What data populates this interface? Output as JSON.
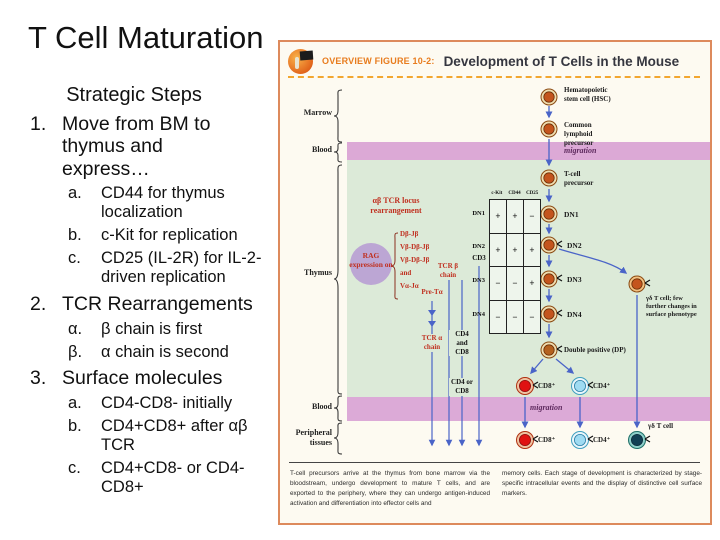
{
  "slide": {
    "title": "T Cell Maturation",
    "subtitle": "Strategic Steps",
    "outline": [
      {
        "marker": "1.",
        "text": "Move from BM to thymus and express…",
        "children": [
          {
            "marker": "a.",
            "text": "CD44 for thymus localization"
          },
          {
            "marker": "b.",
            "text": "c-Kit for replication"
          },
          {
            "marker": "c.",
            "text": "CD25 (IL-2R) for IL-2-driven replication"
          }
        ]
      },
      {
        "marker": "2.",
        "text": "TCR Rearrangements",
        "children": [
          {
            "marker": "α.",
            "text": "β chain is first"
          },
          {
            "marker": "β.",
            "text": "α chain is second"
          }
        ]
      },
      {
        "marker": "3.",
        "text": "Surface molecules",
        "children": [
          {
            "marker": "a.",
            "text": "CD4-CD8- initially"
          },
          {
            "marker": "b.",
            "text": "CD4+CD8+ after αβ TCR"
          },
          {
            "marker": "c.",
            "text": "CD4+CD8- or CD4-CD8+"
          }
        ]
      }
    ]
  },
  "figure": {
    "kicker": "OVERVIEW FIGURE 10-2:",
    "title": "Development of T Cells in the Mouse",
    "zones": {
      "marrow": "Marrow",
      "blood1": "Blood",
      "thymus": "Thymus",
      "blood2": "Blood",
      "peripheral": "Peripheral tissues"
    },
    "nodes": {
      "hsc": "Hematopoietic stem cell (HSC)",
      "clp": "Common lymphoid precursor",
      "migration1": "migration",
      "tcell_precursor": "T-cell precursor",
      "dn1": "DN1",
      "dn2": "DN2",
      "dn3": "DN3",
      "dn4": "DN4",
      "dp": "Double positive (DP)",
      "cd8_mid": "CD8⁺",
      "cd4_mid": "CD4⁺",
      "migration2": "migration",
      "cd8_bottom": "CD8⁺",
      "cd4_bottom": "CD4⁺",
      "gd_tcell": "γδ T cell",
      "gd_note": "γδ T cell; few further changes in surface phenotype"
    },
    "annotations": {
      "locus": "αβ TCR locus rearrangement",
      "rag": "RAG expression on",
      "segments": [
        "Dβ-Jβ",
        "Vβ-Dβ-Jβ",
        "Vβ-Dβ-Jβ",
        "and",
        "Vα-Jα"
      ],
      "tcr_beta": "TCR β chain",
      "cd3": "CD3",
      "pre_ta": "Pre-Tα",
      "tcr_alpha": "TCR α chain",
      "cd4_and_cd8": "CD4 and CD8",
      "cd4_or_cd8": "CD4 or CD8"
    },
    "table": {
      "headers": [
        "c-Kit",
        "CD44",
        "CD25"
      ],
      "rows": [
        {
          "label": "DN1",
          "values": [
            "+",
            "+",
            "−"
          ]
        },
        {
          "label": "DN2",
          "values": [
            "+",
            "+",
            "+"
          ]
        },
        {
          "label": "DN3",
          "values": [
            "−",
            "−",
            "+"
          ]
        },
        {
          "label": "DN4",
          "values": [
            "−",
            "−",
            "−"
          ]
        }
      ]
    },
    "caption_col1": "T-cell precursors arrive at the thymus from bone marrow via the bloodstream, undergo development to mature T cells, and are exported to the periphery, where they can undergo antigen-induced activation and differentiation into effector cells and",
    "caption_col2": "memory cells. Each stage of development is characterized by stage-specific intracellular events and the display of distinctive cell surface markers.",
    "colors": {
      "accent_orange": "#e87c1e",
      "border_orange": "#dd8a5c",
      "band_pink": "#dcа9d6",
      "thymus_green": "#dcead8",
      "arrow_blue": "#4a64c8",
      "marker_red": "#c03020",
      "rag_purple": "#b89fd4"
    }
  }
}
